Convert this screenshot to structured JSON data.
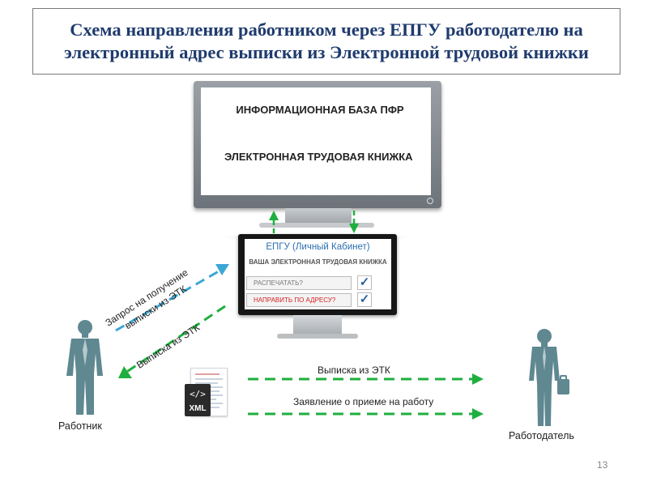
{
  "title": "Схема направления работником через ЕПГУ работодателю на электронный адрес выписки из Электронной трудовой книжки",
  "pfr_monitor": {
    "line1": "ИНФОРМАЦИОННАЯ БАЗА ПФР",
    "line2": "ЭЛЕКТРОННАЯ ТРУДОВАЯ КНИЖКА"
  },
  "epgu_monitor": {
    "header": "ЕПГУ (Личный Кабинет)",
    "subheader": "ВАША ЭЛЕКТРОННАЯ ТРУДОВАЯ КНИЖКА",
    "print_field": "РАСПЕЧАТАТЬ?",
    "send_field": "НАПРАВИТЬ ПО АДРЕСУ?",
    "check_mark": "✓"
  },
  "arrows": {
    "request_line1": "Запрос на получение",
    "request_line2": "выписки из ЭТК",
    "etk_extract_to_worker": "Выписка из ЭТК",
    "etk_extract_to_employer": "Выписка из ЭТК",
    "application": "Заявление о приеме на работу"
  },
  "actors": {
    "worker": "Работник",
    "employer": "Работодатель"
  },
  "file_icon": {
    "code": "</>",
    "label": "XML"
  },
  "page_number": "13",
  "colors": {
    "title": "#1f3b6e",
    "arrow_green": "#1faf3f",
    "arrow_blue": "#3aa6d6",
    "person": "#5f8891",
    "epgu_header": "#2d6fb0",
    "send_text": "#d62020"
  }
}
